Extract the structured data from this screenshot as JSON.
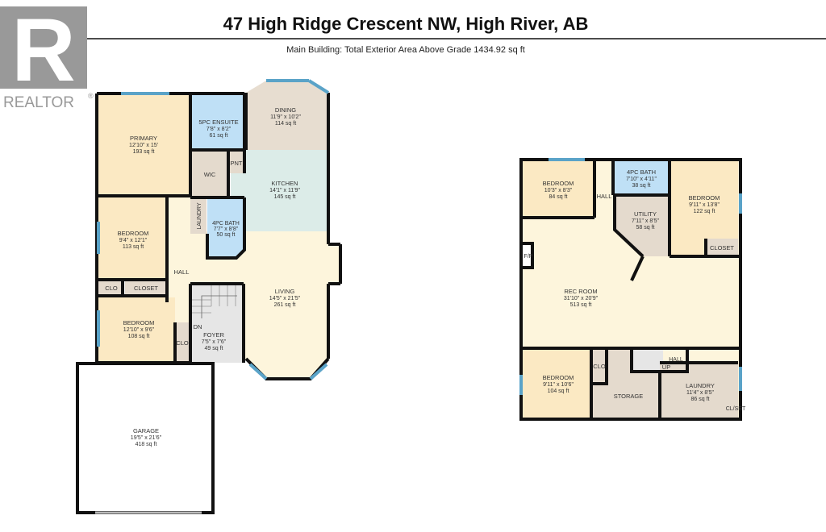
{
  "header": {
    "title": "47 High Ridge Crescent NW, High River, AB",
    "subtitle": "Main Building: Total Exterior Area Above Grade 1434.92 sq ft"
  },
  "logo": {
    "letter": "R",
    "text": "REALTOR",
    "mark": "®"
  },
  "colors": {
    "bedroom": "#fbe9c3",
    "bath": "#bfe0f6",
    "dining": "#e7ddd0",
    "kitchen": "#dcece8",
    "utility": "#e4dacd",
    "living": "#fdf5dc",
    "foyer": "#e6e6e6"
  },
  "main_floor": {
    "primary": {
      "name": "PRIMARY",
      "dims": "12'10\" x 15'",
      "area": "193 sq ft"
    },
    "ensuite": {
      "name": "5PC ENSUITE",
      "dims": "7'8\" x 8'2\"",
      "area": "61 sq ft"
    },
    "dining": {
      "name": "DINING",
      "dims": "11'9\" x 10'2\"",
      "area": "114 sq ft"
    },
    "kitchen": {
      "name": "KITCHEN",
      "dims": "14'1\" x 11'9\"",
      "area": "145 sq ft"
    },
    "pnt": {
      "name": "PNT"
    },
    "wic": {
      "name": "WIC"
    },
    "laundry": {
      "name": "LAUNDRY"
    },
    "bath": {
      "name": "4PC BATH",
      "dims": "7'7\" x 8'8\"",
      "area": "50 sq ft"
    },
    "bedroom2": {
      "name": "BEDROOM",
      "dims": "9'4\" x 12'1\"",
      "area": "113 sq ft"
    },
    "hall": {
      "name": "HALL"
    },
    "clo1": {
      "name": "CLO"
    },
    "closet": {
      "name": "CLOSET"
    },
    "living": {
      "name": "LIVING",
      "dims": "14'5\" x 21'5\"",
      "area": "261 sq ft"
    },
    "bedroom3": {
      "name": "BEDROOM",
      "dims": "12'10\" x 9'6\"",
      "area": "108 sq ft"
    },
    "dn": {
      "name": "DN"
    },
    "clo2": {
      "name": "CLO"
    },
    "foyer": {
      "name": "FOYER",
      "dims": "7'5\" x 7'6\"",
      "area": "49 sq ft"
    },
    "garage": {
      "name": "GARAGE",
      "dims": "19'5\" x 21'6\"",
      "area": "418 sq ft"
    }
  },
  "basement": {
    "bedroom1": {
      "name": "BEDROOM",
      "dims": "10'3\" x 8'3\"",
      "area": "84 sq ft"
    },
    "hall1": {
      "name": "HALL"
    },
    "bath": {
      "name": "4PC BATH",
      "dims": "7'10\" x 4'11\"",
      "area": "38 sq ft"
    },
    "utility": {
      "name": "UTILITY",
      "dims": "7'11\" x 8'5\"",
      "area": "58 sq ft"
    },
    "bedroom2": {
      "name": "BEDROOM",
      "dims": "9'11\" x 13'8\"",
      "area": "122 sq ft"
    },
    "closet": {
      "name": "CLOSET"
    },
    "fp": {
      "name": "F/P"
    },
    "rec": {
      "name": "REC ROOM",
      "dims": "31'10\" x 20'9\"",
      "area": "513 sq ft"
    },
    "bedroom3": {
      "name": "BEDROOM",
      "dims": "9'11\" x 10'6\"",
      "area": "104 sq ft"
    },
    "clo": {
      "name": "CLO"
    },
    "storage": {
      "name": "STORAGE"
    },
    "up": {
      "name": "UP"
    },
    "hall2": {
      "name": "HALL"
    },
    "laundry": {
      "name": "LAUNDRY",
      "dims": "11'4\" x 8'5\"",
      "area": "86 sq ft"
    },
    "cldset": {
      "name": "CL/SET"
    }
  }
}
